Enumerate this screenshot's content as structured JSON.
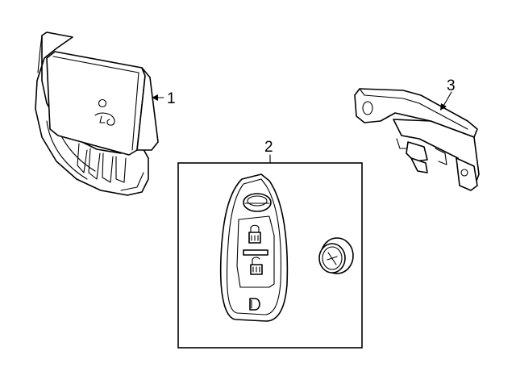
{
  "diagram": {
    "callouts": [
      {
        "id": "1",
        "label": "1"
      },
      {
        "id": "2",
        "label": "2"
      },
      {
        "id": "3",
        "label": "3"
      }
    ],
    "parts": [
      {
        "callout": "1",
        "icon": "receiver-module-icon"
      },
      {
        "callout": "2",
        "icon": "smart-key-fob-icon"
      },
      {
        "callout": "2",
        "icon": "coin-battery-icon"
      },
      {
        "callout": "3",
        "icon": "mounting-bracket-icon"
      }
    ],
    "colors": {
      "line": "#000000",
      "background": "#ffffff"
    }
  }
}
